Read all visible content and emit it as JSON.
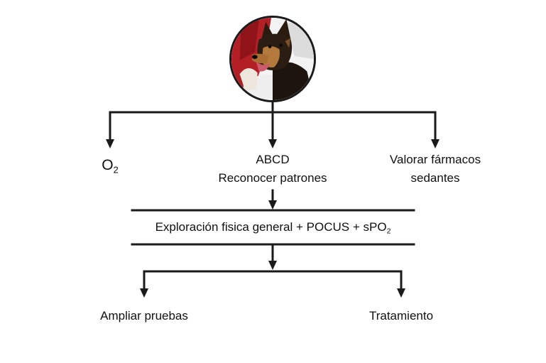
{
  "photo": {
    "subject": "german-shepherd-dog"
  },
  "nodes": {
    "oxygen": {
      "text": "O",
      "sub": "2"
    },
    "abcd": {
      "line1": "ABCD",
      "line2": "Reconocer patrones"
    },
    "sedatives": {
      "line1": "Valorar fármacos",
      "line2": "sedantes"
    },
    "exploration": {
      "text": "Exploración fisica general + POCUS + sPO",
      "sub": "2"
    },
    "tests": {
      "text": "Ampliar pruebas"
    },
    "treatment": {
      "text": "Tratamiento"
    }
  },
  "colors": {
    "line": "#1a1a1a",
    "text": "#111111"
  }
}
